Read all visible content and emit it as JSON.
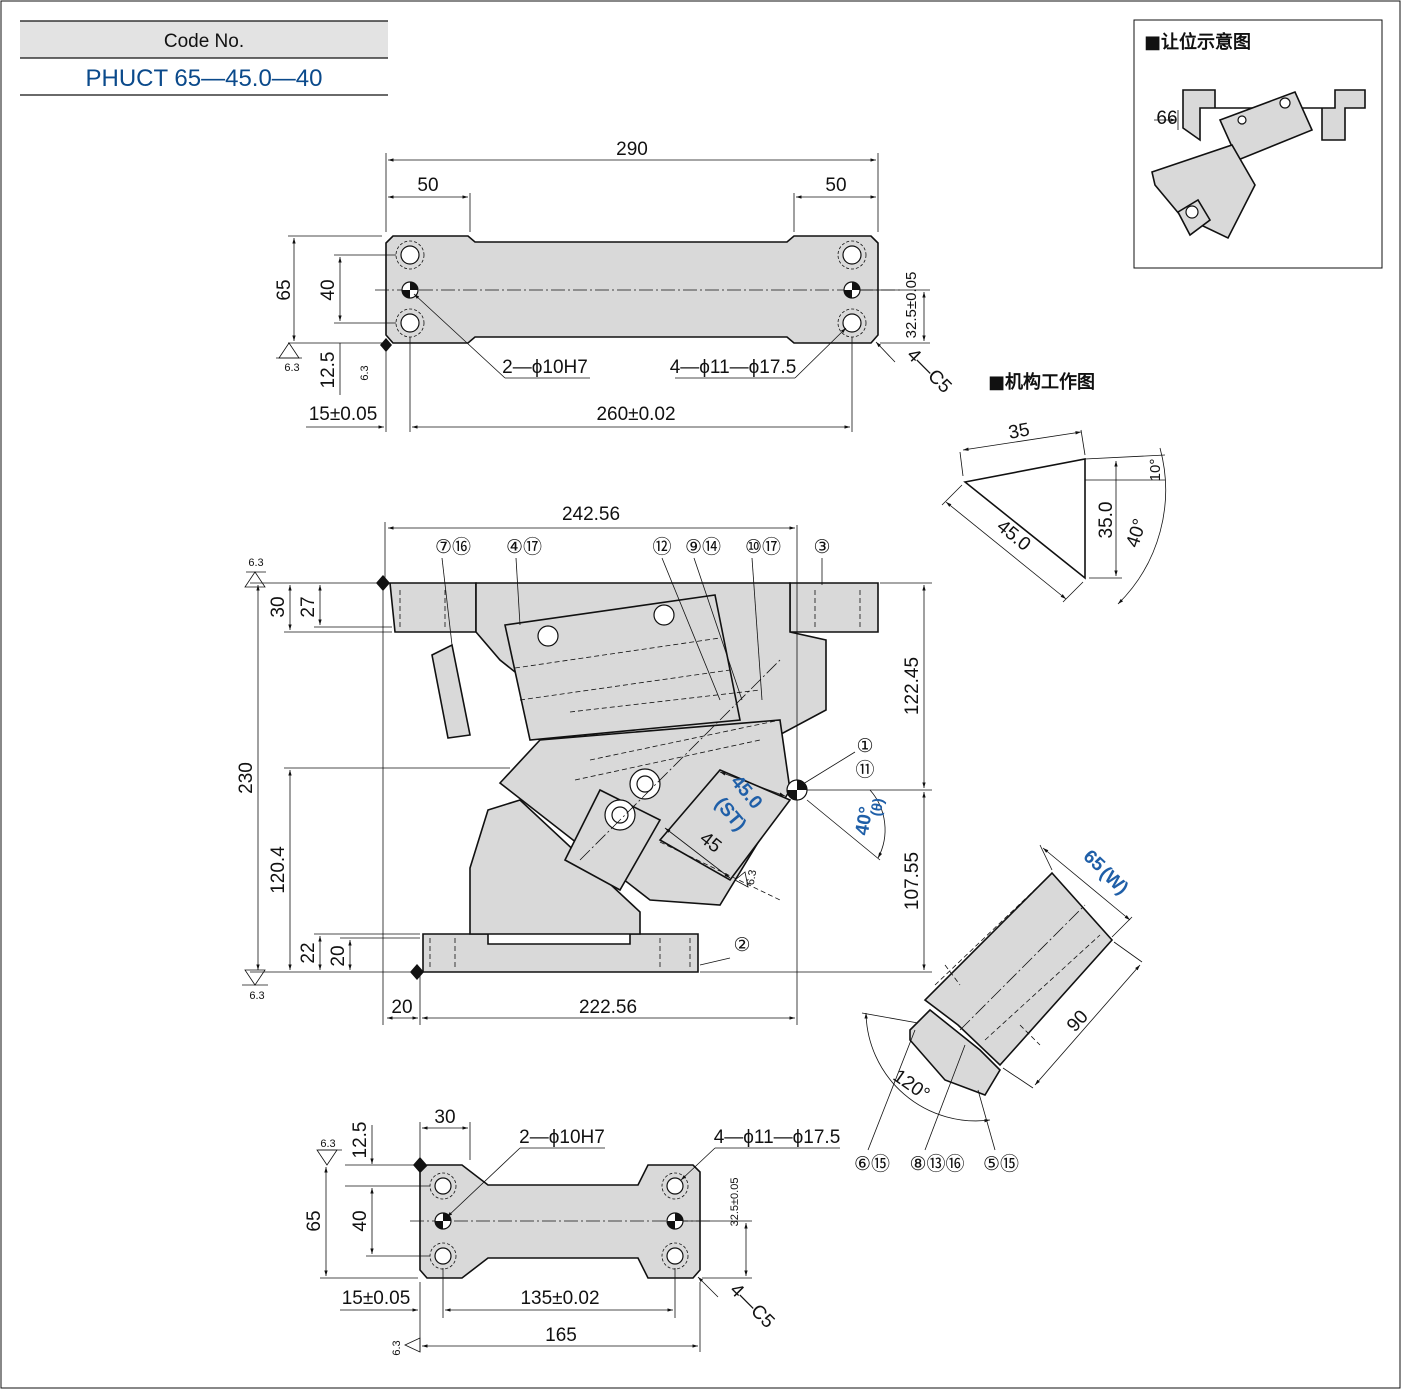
{
  "code_box": {
    "label": "Code No.",
    "value": "PHUCT 65—45.0—40"
  },
  "clearance_inset": {
    "title": "■让位示意图",
    "dim_66": "66"
  },
  "mechanism_title": "■机构工作图",
  "top_view": {
    "d290": "290",
    "d50_left": "50",
    "d50_right": "50",
    "d65": "65",
    "d40": "40",
    "d12_5": "12.5",
    "d32_5": "32.5±0.05",
    "d15": "15±0.05",
    "d260": "260±0.02",
    "pin_callout": "2—ϕ10H7",
    "bolt_callout": "4—ϕ11—ϕ17.5",
    "chamfer": "4—C5",
    "rough_a": "6.3",
    "rough_b": "6.3"
  },
  "front_view": {
    "d242_56": "242.56",
    "d30": "30",
    "d27": "27",
    "d230": "230",
    "d120_4": "120.4",
    "d22": "22",
    "d20_v": "20",
    "d20_h": "20",
    "d222_56": "222.56",
    "d122_45": "122.45",
    "d107_55": "107.55",
    "d45": "45",
    "stroke": "45.0",
    "stroke_sym": "(ST)",
    "angle": "40°",
    "angle_sym": "(θ)",
    "rough_a": "6.3",
    "rough_b": "6.3",
    "rough_c": "6.3",
    "balloons": [
      {
        "id": "b-7-16",
        "text": "⑦⑯"
      },
      {
        "id": "b-4-17",
        "text": "④⑰"
      },
      {
        "id": "b-12",
        "text": "⑫"
      },
      {
        "id": "b-9-14",
        "text": "⑨⑭"
      },
      {
        "id": "b-10-17",
        "text": "⑩⑰"
      },
      {
        "id": "b-3",
        "text": "③"
      },
      {
        "id": "b-1",
        "text": "①"
      },
      {
        "id": "b-11",
        "text": "⑪"
      },
      {
        "id": "b-2",
        "text": "②"
      }
    ]
  },
  "mechanism_diagram": {
    "d35_h": "35",
    "d10": "10°",
    "d35_v": "35.0",
    "d45": "45.0",
    "d40": "40°"
  },
  "side_view": {
    "width": "65",
    "width_sym": "(W)",
    "d90": "90",
    "angle": "120°",
    "balloons": [
      {
        "id": "b-6-15",
        "text": "⑥⑮"
      },
      {
        "id": "b-8-13-16",
        "text": "⑧⑬⑯"
      },
      {
        "id": "b-5-15",
        "text": "⑤⑮"
      }
    ]
  },
  "bottom_view": {
    "d30": "30",
    "d12_5": "12.5",
    "d65": "65",
    "d40": "40",
    "d32_5": "32.5±0.05",
    "d15": "15±0.05",
    "d135": "135±0.02",
    "d165": "165",
    "pin_callout": "2—ϕ10H7",
    "bolt_callout": "4—ϕ11—ϕ17.5",
    "chamfer": "4—C5",
    "rough_a": "6.3",
    "rough_b": "6.3"
  }
}
